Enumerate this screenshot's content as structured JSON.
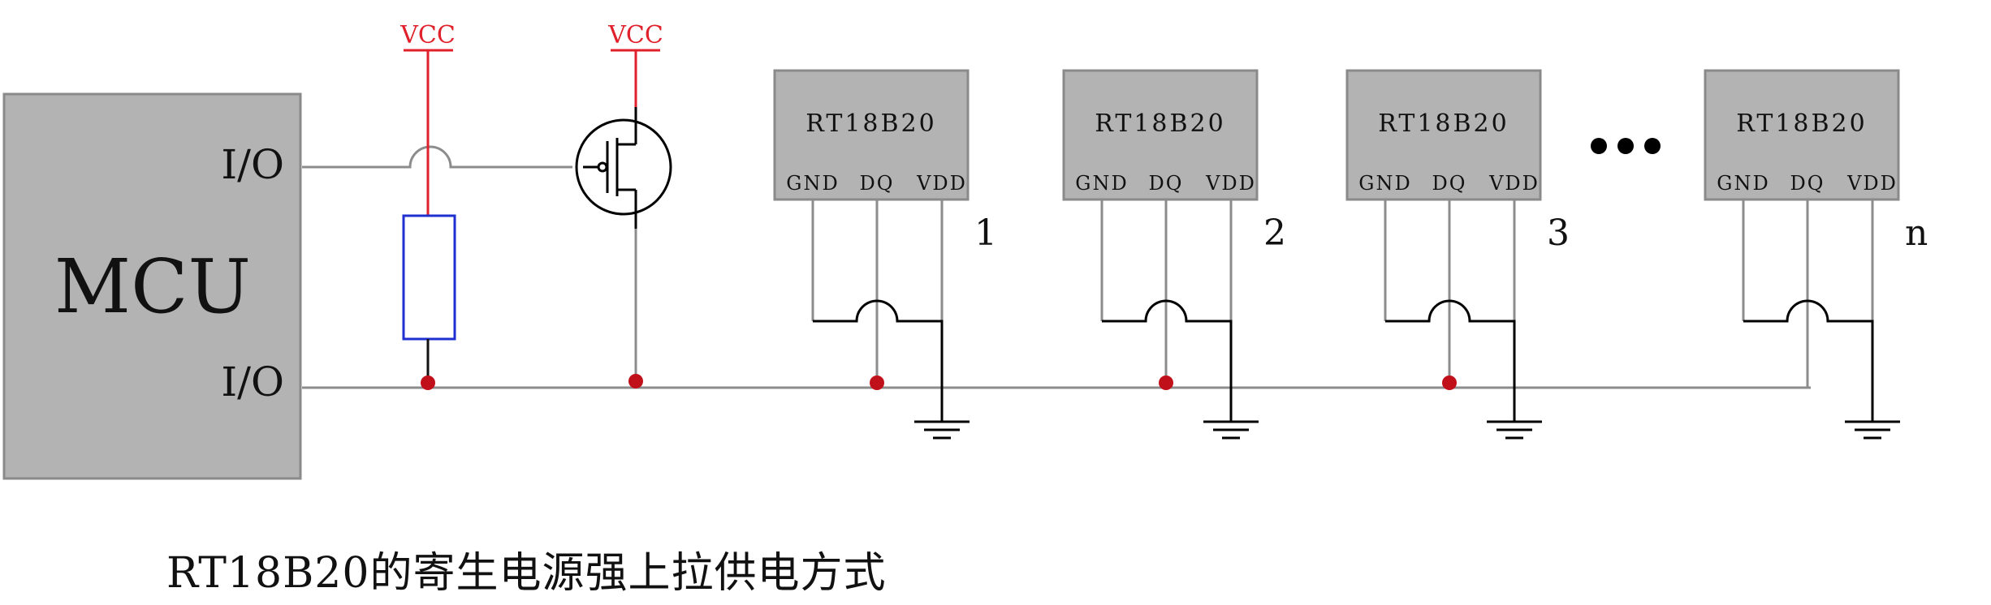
{
  "mcu": {
    "label": "MCU",
    "io_top": "I/O",
    "io_bottom": "I/O"
  },
  "supply": {
    "vcc_resistor": "VCC",
    "vcc_mosfet": "VCC"
  },
  "sensors": [
    {
      "name": "RT18B20",
      "pins": [
        "GND",
        "DQ",
        "VDD"
      ],
      "index": "1"
    },
    {
      "name": "RT18B20",
      "pins": [
        "GND",
        "DQ",
        "VDD"
      ],
      "index": "2"
    },
    {
      "name": "RT18B20",
      "pins": [
        "GND",
        "DQ",
        "VDD"
      ],
      "index": "3"
    },
    {
      "name": "RT18B20",
      "pins": [
        "GND",
        "DQ",
        "VDD"
      ],
      "index": "n"
    }
  ],
  "caption": "RT18B20的寄生电源强上拉供电方式",
  "colors": {
    "block_fill": "#b3b3b3",
    "block_stroke": "#8a8a8a",
    "wire": "#8c8c8c",
    "vcc": "#e0202a",
    "resistor": "#1f2fd0",
    "junction": "#c0101a",
    "ground": "#000000"
  }
}
